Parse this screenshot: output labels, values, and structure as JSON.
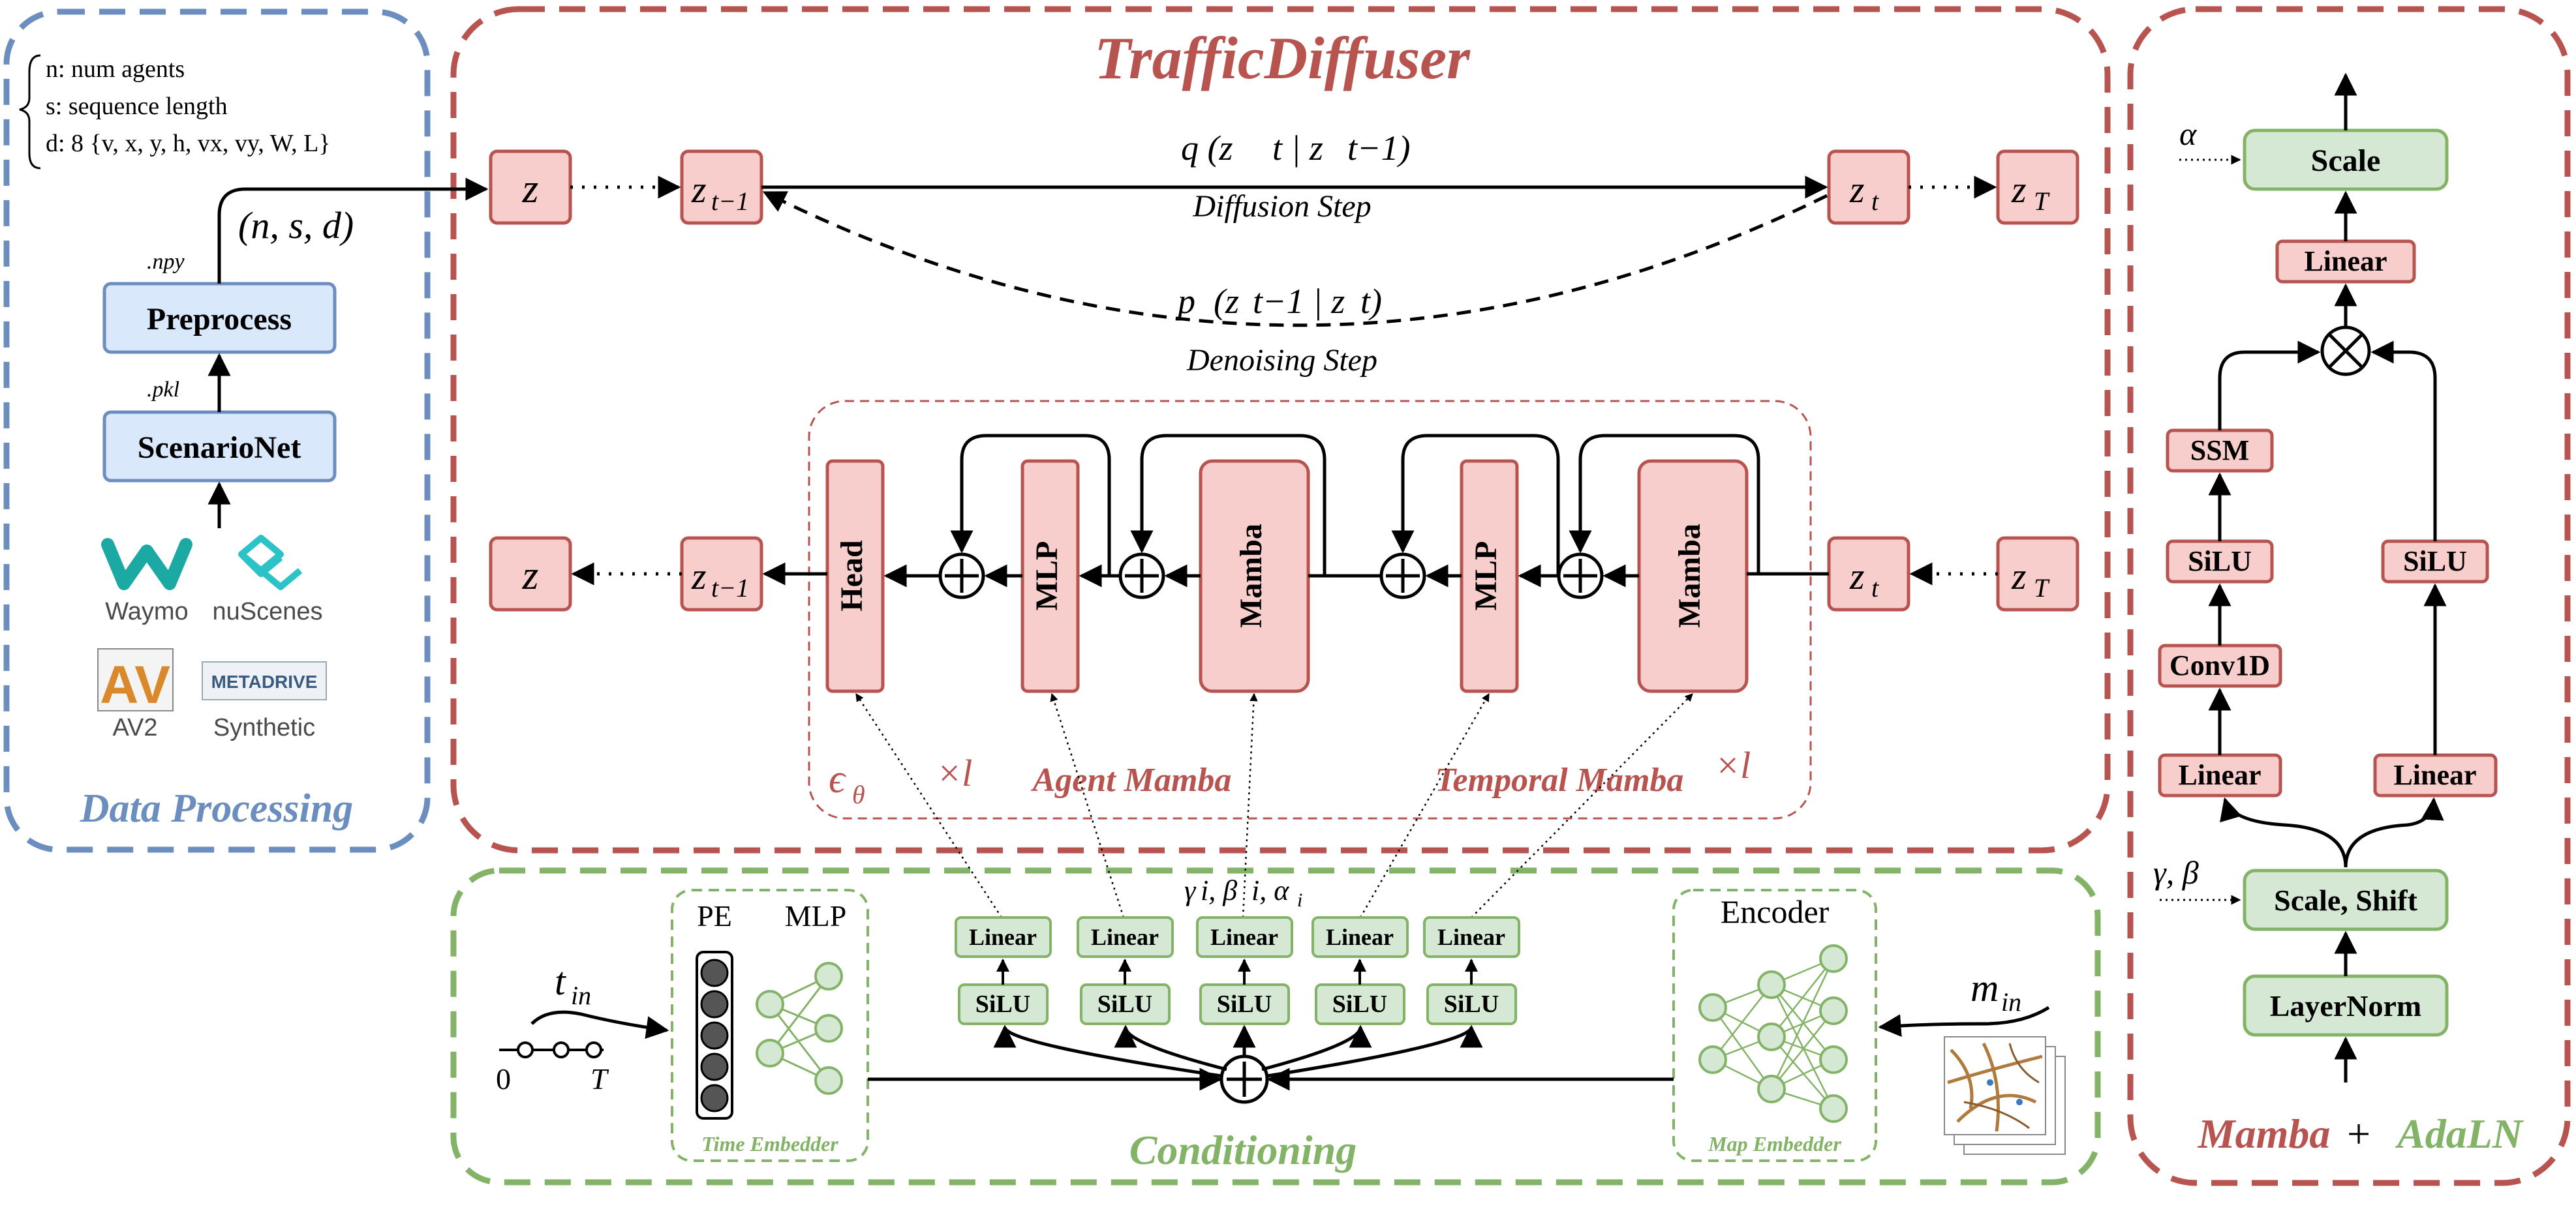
{
  "colors": {
    "red_frame": "#b85450",
    "red_fill": "#f8cecc",
    "blue_frame": "#6c8ebf",
    "blue_fill": "#dae8fc",
    "green_frame": "#82b366",
    "green_fill": "#d5e8d4",
    "black": "#000000"
  },
  "data_processing": {
    "title": "Data Processing",
    "legend_n": "n: num agents",
    "legend_s": "s: sequence length",
    "legend_d": "d: 8 {v, x, y, h, vx, vy, W, L}",
    "preprocess": "Preprocess",
    "scenarionet": "ScenarioNet",
    "npy": ".npy",
    "pkl": ".pkl",
    "shape": "(n, s, d)",
    "waymo": "Waymo",
    "nuscenes": "nuScenes",
    "av2_logo": "AV",
    "av2": "AV2",
    "metadrive_logo": "METADRIVE",
    "synthetic": "Synthetic"
  },
  "traffic_diffuser": {
    "title": "TrafficDiffuser",
    "z": "z",
    "z_prev": "z",
    "z_prev_sub": "t−1",
    "z_t": "z",
    "z_t_sub": "t",
    "z_T": "z",
    "z_T_sub": "T",
    "q_formula": "q (z",
    "diffusion_step": "Diffusion Step",
    "p_formula": "p",
    "denoising_step": "Denoising Step",
    "head": "Head",
    "mlp_agent": "MLP",
    "mamba_agent": "Mamba",
    "mlp_temporal": "MLP",
    "mamba_temporal": "Mamba",
    "epsilon": "ϵ",
    "epsilon_sub": "θ",
    "times_l": "×l",
    "agent_mamba": "Agent Mamba",
    "temporal_mamba": "Temporal Mamba"
  },
  "conditioning": {
    "title": "Conditioning",
    "t_in": "t",
    "t_in_sub": "in",
    "zero": "0",
    "T": "T",
    "pe": "PE",
    "mlp": "MLP",
    "time_embedder": "Time Embedder",
    "linear": "Linear",
    "silu": "SiLU",
    "params": "γ",
    "encoder": "Encoder",
    "map_embedder": "Map Embedder",
    "m_in": "m",
    "m_in_sub": "in"
  },
  "mamba_adaln": {
    "title_mamba": "Mamba",
    "title_plus": "+",
    "title_adaln": "AdaLN",
    "alpha": "α",
    "scale": "Scale",
    "linear_top": "Linear",
    "ssm": "SSM",
    "silu_left": "SiLU",
    "silu_right": "SiLU",
    "conv1d": "Conv1D",
    "linear_left": "Linear",
    "linear_right": "Linear",
    "gamma_beta": "γ, β",
    "scale_shift": "Scale, Shift",
    "layernorm": "LayerNorm"
  }
}
